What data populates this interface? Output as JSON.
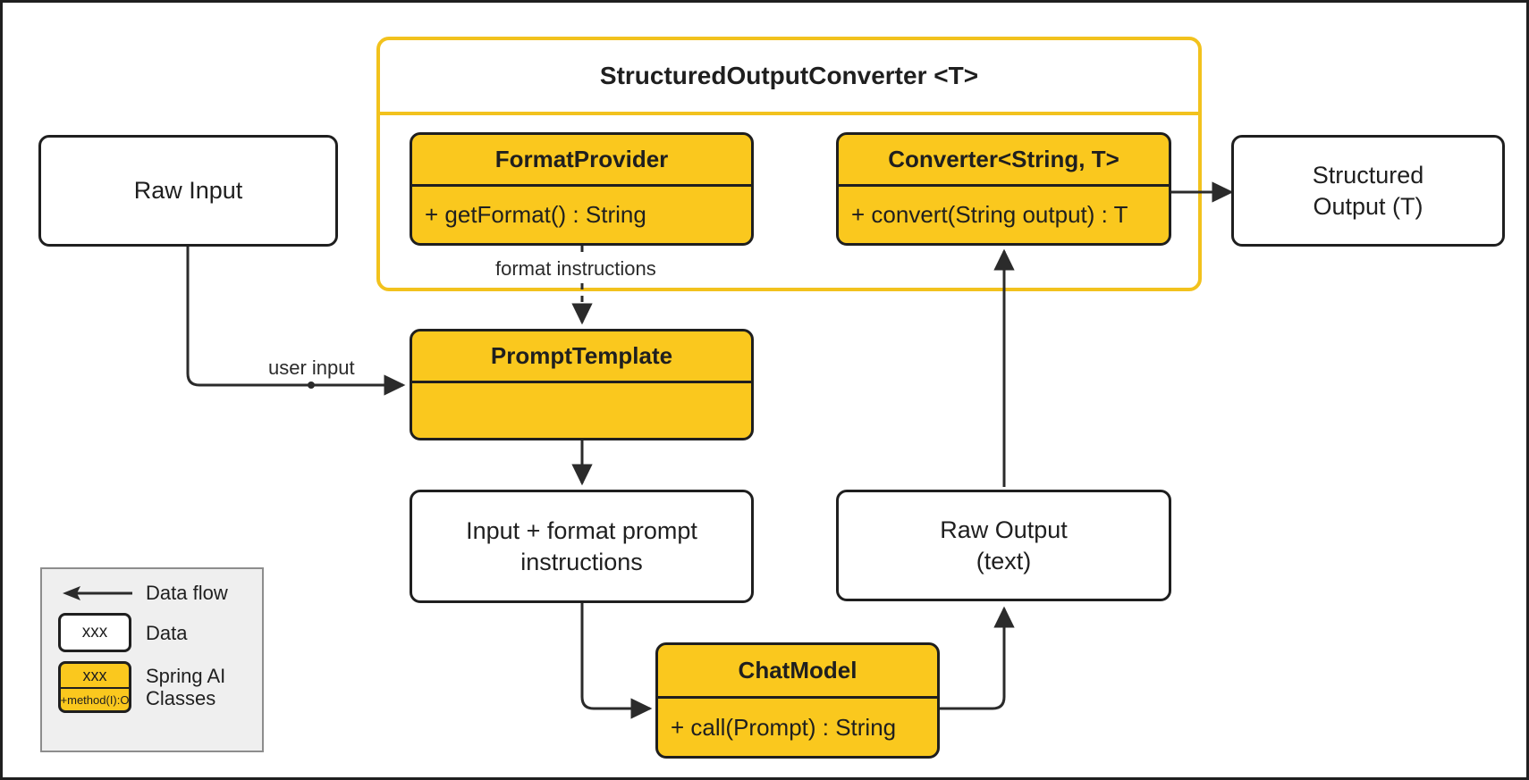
{
  "diagram": {
    "title": "Spring AI Structured Output Converter flow",
    "colors": {
      "class_fill": "#FAC81E",
      "container_border": "#F2C21D",
      "stroke": "#1f1f1f",
      "legend_bg": "#efefef"
    }
  },
  "container": {
    "title": "StructuredOutputConverter <T>"
  },
  "nodes": {
    "raw_input": {
      "label": "Raw Input"
    },
    "structured_output": {
      "label": "Structured\nOutput (T)"
    },
    "format_provider": {
      "title": "FormatProvider",
      "method": "+ getFormat() : String"
    },
    "converter": {
      "title": "Converter<String, T>",
      "method": "+ convert(String output) : T"
    },
    "prompt_template": {
      "title": "PromptTemplate",
      "method": ""
    },
    "input_format_prompt": {
      "label": "Input + format prompt\ninstructions"
    },
    "raw_output": {
      "label": "Raw Output\n(text)"
    },
    "chat_model": {
      "title": "ChatModel",
      "method": "+ call(Prompt) : String"
    }
  },
  "edges": {
    "format_instructions": "format instructions",
    "user_input": "user input"
  },
  "legend": {
    "rows": [
      {
        "kind": "arrow",
        "swatch_text": "",
        "sub_text": "",
        "label": "Data flow"
      },
      {
        "kind": "data",
        "swatch_text": "xxx",
        "sub_text": "",
        "label": "Data"
      },
      {
        "kind": "class",
        "swatch_text": "xxx",
        "sub_text": "+method(I):O",
        "label": "Spring AI\nClasses"
      }
    ]
  }
}
